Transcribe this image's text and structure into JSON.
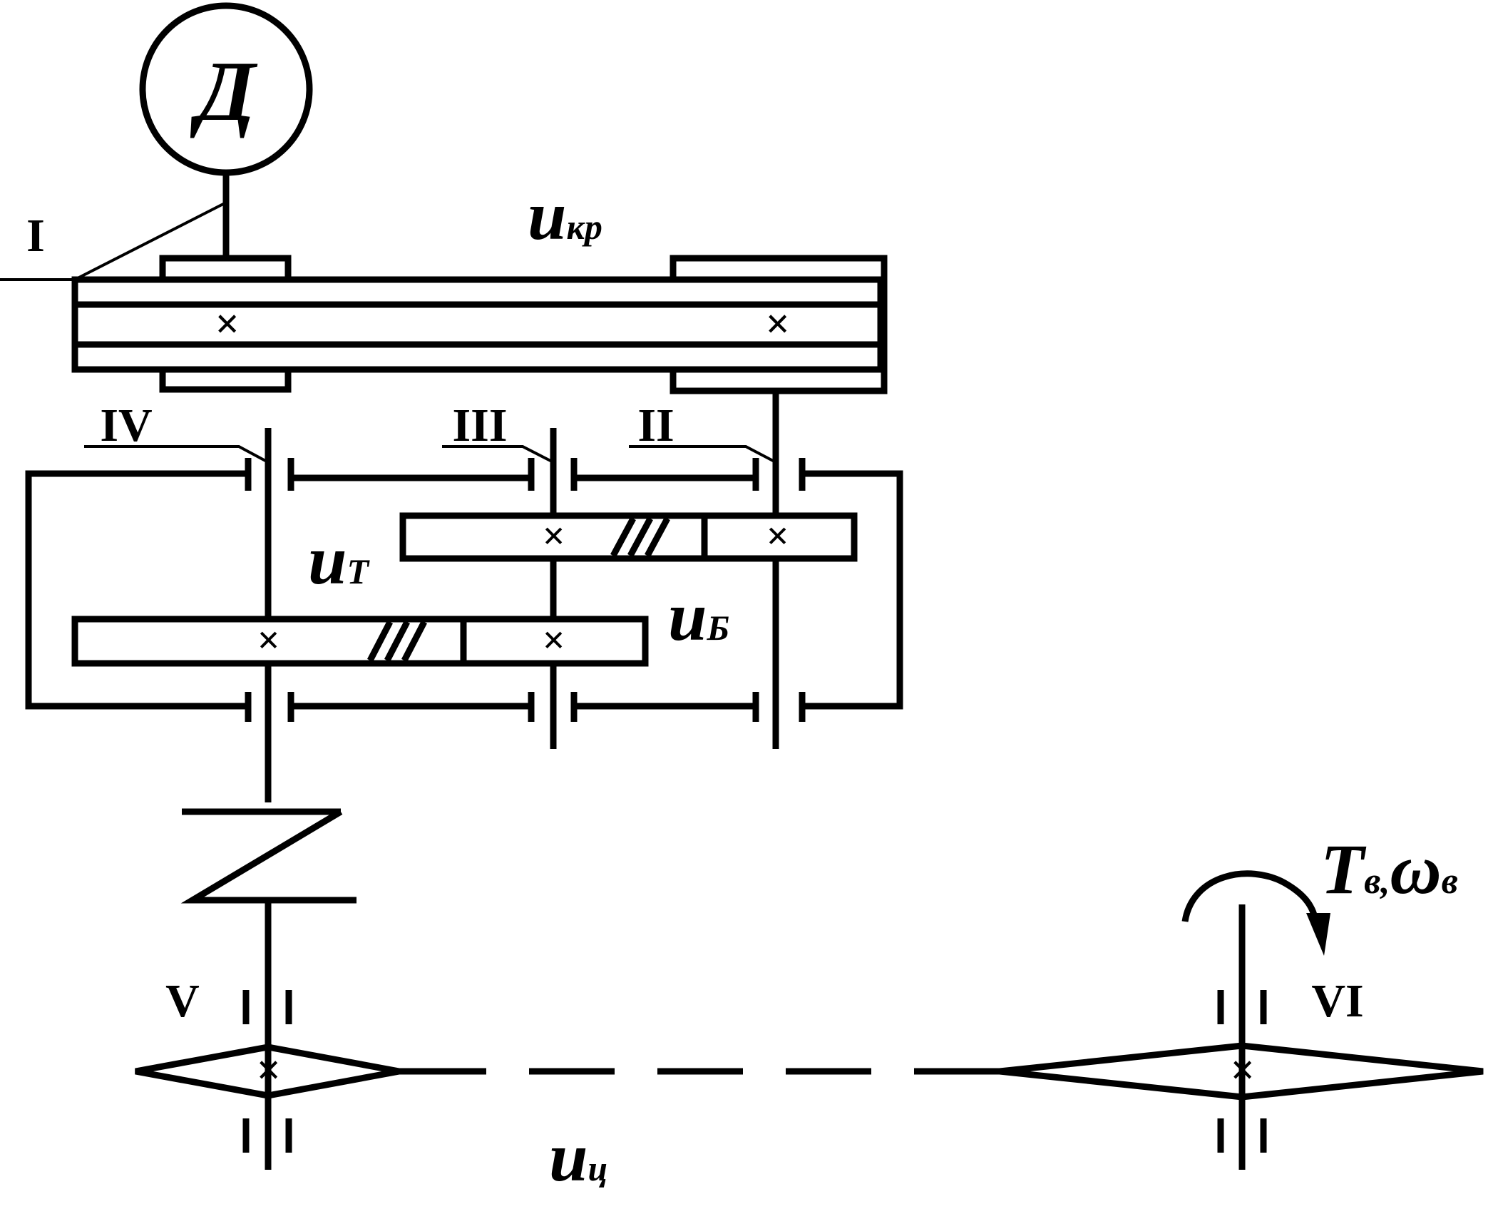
{
  "diagram": {
    "motor_label": "Д",
    "shafts": {
      "s1": "I",
      "s2": "II",
      "s3": "III",
      "s4": "IV",
      "s5": "V",
      "s6": "VI"
    },
    "ratios": {
      "belt": {
        "main": "u",
        "sub": "кр"
      },
      "slow": {
        "main": "u",
        "sub": "Т"
      },
      "fast": {
        "main": "u",
        "sub": "Б"
      },
      "chain": {
        "main": "u",
        "sub": "ц"
      }
    },
    "output": {
      "torque": "T",
      "torque_sub": "в",
      "sep": ",",
      "omega": "ω",
      "omega_sub": "в"
    },
    "colors": {
      "line": "#000000",
      "background": "#ffffff"
    }
  }
}
